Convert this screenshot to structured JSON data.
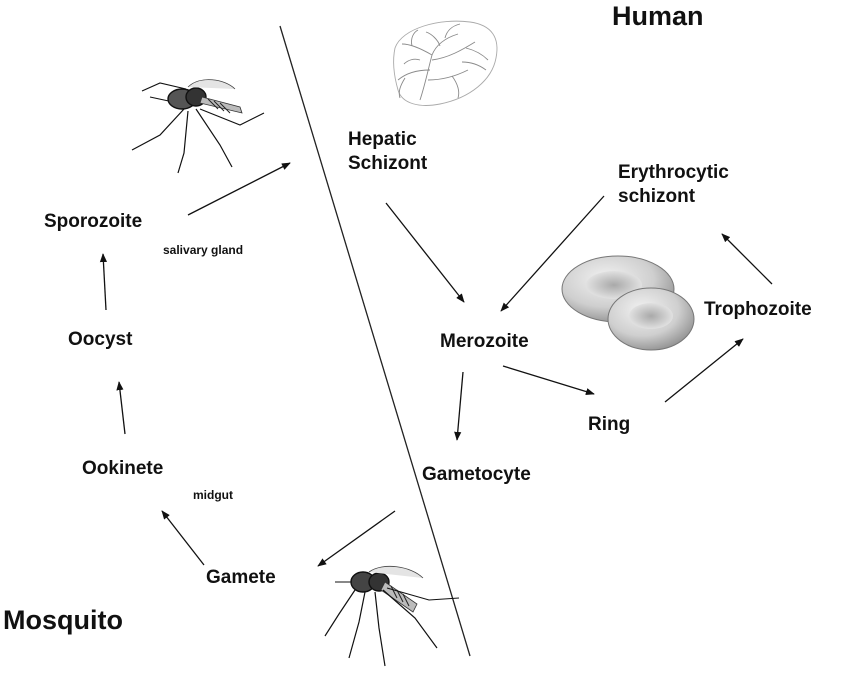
{
  "hosts": {
    "human": "Human",
    "mosquito": "Mosquito"
  },
  "stages": {
    "hepatic_schizont_line1": "Hepatic",
    "hepatic_schizont_line2": "Schizont",
    "erythrocytic_schizont_line1": "Erythrocytic",
    "erythrocytic_schizont_line2": "schizont",
    "merozoite": "Merozoite",
    "trophozoite": "Trophozoite",
    "ring": "Ring",
    "gametocyte": "Gametocyte",
    "gamete": "Gamete",
    "ookinete": "Ookinete",
    "oocyst": "Oocyst",
    "sporozoite": "Sporozoite"
  },
  "notes": {
    "salivary_gland": "salivary gland",
    "midgut": "midgut"
  },
  "colors": {
    "ink": "#111111",
    "rbc_fill": "#d9d9d9",
    "rbc_shadow": "#a8a8a8",
    "liver_stroke": "#9a9a9a"
  },
  "icons": [
    "liver-icon",
    "red-blood-cell-icon",
    "mosquito-icon"
  ]
}
